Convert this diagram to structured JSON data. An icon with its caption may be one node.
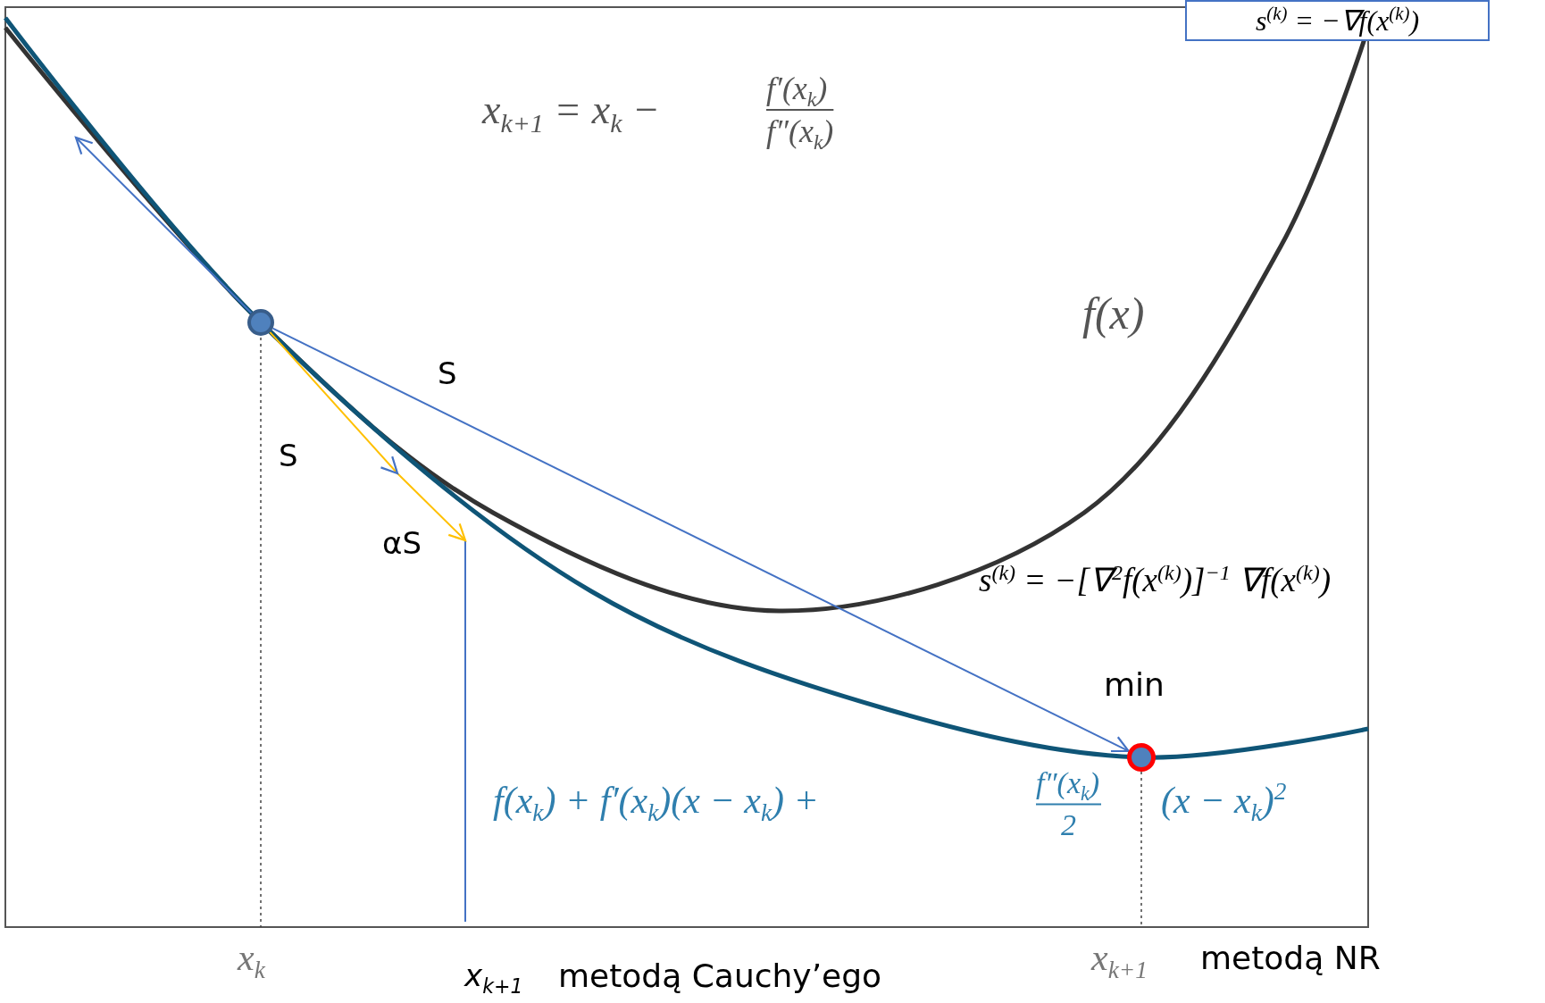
{
  "diagram": {
    "nodes": [
      {
        "text": [
          "s$^{(k)}$ = −∇f(x$^{(k)}$)"
        ]
      },
      {
        "text": [],
        "shape": "circle"
      },
      {
        "text": [],
        "shape": "circle"
      }
    ],
    "edges": [
      {
        "from": 1,
        "to": null,
        "arrow": "to"
      },
      {
        "from": 1,
        "to": 2,
        "arrow": "to",
        "label": "S"
      },
      {
        "from": 1,
        "to": null,
        "arrow": "to",
        "color": "#ffc000"
      }
    ],
    "labels": [
      "x$_{k+1}$ = x$_{k}$ −",
      "f′(x$_{k}$)",
      "f″(x$_{k}$)",
      "f(x)",
      "S",
      "αS",
      "s$^{(k)}$ = −[∇$^{2}$f(x$^{(k)}$)]$^{−1}$ ∇f(x$^{(k)}$)",
      "min",
      "f(x$_{k}$) + f′(x$_{k}$)(x − x$_{k}$) +",
      "f″(x$_{k}$)",
      "2",
      "(x − x$_{k}$)$^{2}$",
      "x$_{k}$",
      "x$_{k+1}$",
      "metodą Cauchy’ego",
      "x$_{k+1}$",
      "metodą NR"
    ]
  }
}
